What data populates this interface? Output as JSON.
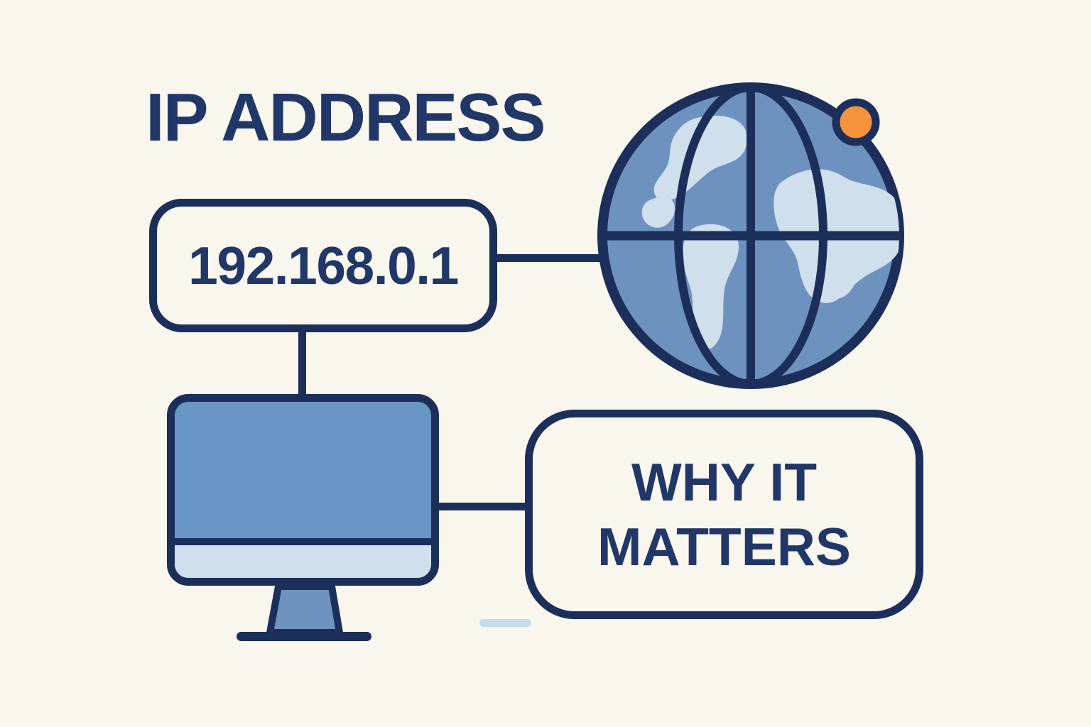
{
  "illustration": {
    "title": "IP ADDRESS",
    "ip_box": {
      "label": "192.168.0.1"
    },
    "why_box": {
      "line1": "WHY IT",
      "line2": "MATTERS"
    },
    "icons": {
      "globe": "globe-with-meridians-icon",
      "marker": "orange-marker-dot",
      "monitor": "desktop-monitor-icon"
    },
    "colors": {
      "background": "#f9f6ee",
      "outline_navy": "#1c2f5a",
      "text_navy": "#213768",
      "globe_ocean_blue": "#6e92bf",
      "continent_blue": "#cfdfec",
      "monitor_screen_blue": "#6897c6",
      "monitor_chin_blue": "#d0dfee",
      "marker_orange": "#f5923c",
      "accent_dash_blue": "#c6daea"
    }
  }
}
